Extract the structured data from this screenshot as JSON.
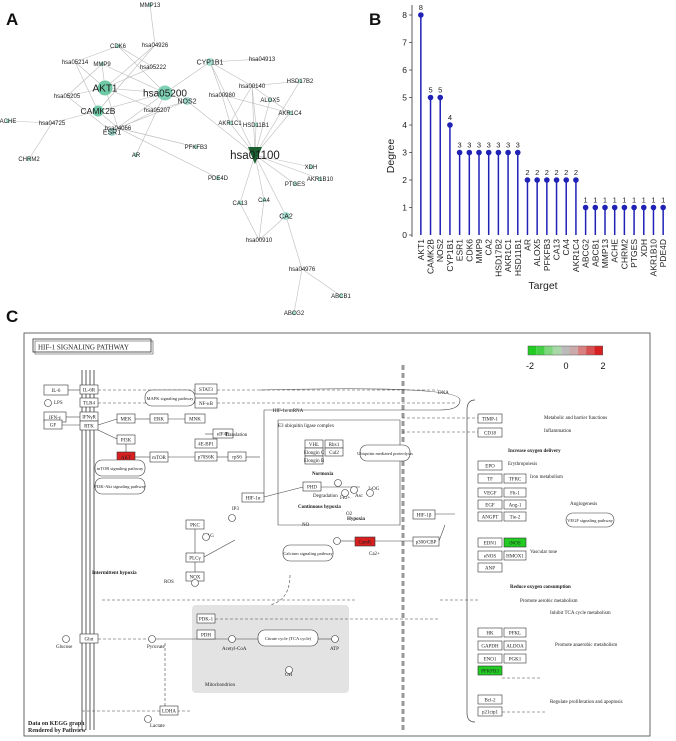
{
  "panels": {
    "a": "A",
    "b": "B",
    "c": "C"
  },
  "network": {
    "nodes": [
      {
        "id": "MMP13",
        "label": "MMP13",
        "kind": "target",
        "size": 1
      },
      {
        "id": "CDK6",
        "label": "CDK6",
        "kind": "target",
        "size": 1
      },
      {
        "id": "hsa04926",
        "label": "hsa04926",
        "kind": "pathway",
        "size": 1
      },
      {
        "id": "hsa05214",
        "label": "hsa05214",
        "kind": "pathway",
        "size": 1
      },
      {
        "id": "MMP9",
        "label": "MMP9",
        "kind": "target",
        "size": 1
      },
      {
        "id": "hsa05222",
        "label": "hsa05222",
        "kind": "pathway",
        "size": 1
      },
      {
        "id": "CYP1B1",
        "label": "CYP1B1",
        "kind": "target",
        "size": 2
      },
      {
        "id": "hsa04913",
        "label": "hsa04913",
        "kind": "pathway",
        "size": 1
      },
      {
        "id": "AKT1",
        "label": "AKT1",
        "kind": "target",
        "size": 4
      },
      {
        "id": "hsa05200",
        "label": "hsa05200",
        "kind": "pathway",
        "size": 4
      },
      {
        "id": "hsa00140",
        "label": "hsa00140",
        "kind": "pathway",
        "size": 1
      },
      {
        "id": "HSD17B2",
        "label": "HSD17B2",
        "kind": "target",
        "size": 1
      },
      {
        "id": "hsa05205",
        "label": "hsa05205",
        "kind": "pathway",
        "size": 1
      },
      {
        "id": "NOS2",
        "label": "NOS2",
        "kind": "target",
        "size": 2
      },
      {
        "id": "hsa00980",
        "label": "hsa00980",
        "kind": "pathway",
        "size": 1
      },
      {
        "id": "ALOX5",
        "label": "ALOX5",
        "kind": "target",
        "size": 1
      },
      {
        "id": "CAMK2B",
        "label": "CAMK2B",
        "kind": "target",
        "size": 3
      },
      {
        "id": "hsa05207",
        "label": "hsa05207",
        "kind": "pathway",
        "size": 1
      },
      {
        "id": "AKR1C4",
        "label": "AKR1C4",
        "kind": "target",
        "size": 1
      },
      {
        "id": "AKR1C1",
        "label": "AKR1C1",
        "kind": "target",
        "size": 1
      },
      {
        "id": "ACHE",
        "label": "ACHE",
        "kind": "target",
        "size": 1
      },
      {
        "id": "hsa04725",
        "label": "hsa04725",
        "kind": "pathway",
        "size": 1
      },
      {
        "id": "ESR1",
        "label": "ESR1",
        "kind": "target",
        "size": 2
      },
      {
        "id": "hsa04066",
        "label": "hsa04066",
        "kind": "pathway",
        "size": 1
      },
      {
        "id": "HSD11B1",
        "label": "HSD11B1",
        "kind": "target",
        "size": 1
      },
      {
        "id": "CHRM2",
        "label": "CHRM2",
        "kind": "target",
        "size": 1
      },
      {
        "id": "AR",
        "label": "AR",
        "kind": "target",
        "size": 1
      },
      {
        "id": "PFKFB3",
        "label": "PFKFB3",
        "kind": "target",
        "size": 1
      },
      {
        "id": "hsa01100",
        "label": "hsa01100",
        "kind": "hub",
        "size": 5
      },
      {
        "id": "XDH",
        "label": "XDH",
        "kind": "target",
        "size": 1
      },
      {
        "id": "AKR1B10",
        "label": "AKR1B10",
        "kind": "target",
        "size": 1
      },
      {
        "id": "PDE4D",
        "label": "PDE4D",
        "kind": "target",
        "size": 1
      },
      {
        "id": "PTGES",
        "label": "PTGES",
        "kind": "target",
        "size": 1
      },
      {
        "id": "CA13",
        "label": "CA13",
        "kind": "target",
        "size": 1
      },
      {
        "id": "CA4",
        "label": "CA4",
        "kind": "target",
        "size": 1
      },
      {
        "id": "CA2",
        "label": "CA2",
        "kind": "target",
        "size": 2
      },
      {
        "id": "hsa00910",
        "label": "hsa00910",
        "kind": "pathway",
        "size": 1
      },
      {
        "id": "hsa04976",
        "label": "hsa04976",
        "kind": "pathway",
        "size": 1
      },
      {
        "id": "ABCB1",
        "label": "ABCB1",
        "kind": "target",
        "size": 1
      },
      {
        "id": "ABCG2",
        "label": "ABCG2",
        "kind": "target",
        "size": 1
      }
    ],
    "edges": [
      [
        "AKT1",
        "hsa05200"
      ],
      [
        "AKT1",
        "hsa05214"
      ],
      [
        "AKT1",
        "hsa05205"
      ],
      [
        "AKT1",
        "hsa05222"
      ],
      [
        "AKT1",
        "hsa04926"
      ],
      [
        "AKT1",
        "hsa04066"
      ],
      [
        "AKT1",
        "hsa05207"
      ],
      [
        "AKT1",
        "MMP9"
      ],
      [
        "CDK6",
        "hsa05200"
      ],
      [
        "CDK6",
        "hsa05214"
      ],
      [
        "CDK6",
        "hsa05222"
      ],
      [
        "MMP9",
        "hsa05200"
      ],
      [
        "MMP9",
        "hsa05205"
      ],
      [
        "MMP13",
        "hsa04926"
      ],
      [
        "CAMK2B",
        "hsa05214"
      ],
      [
        "CAMK2B",
        "hsa04725"
      ],
      [
        "CAMK2B",
        "hsa04926"
      ],
      [
        "CAMK2B",
        "hsa05200"
      ],
      [
        "CAMK2B",
        "hsa04066"
      ],
      [
        "ESR1",
        "hsa05200"
      ],
      [
        "ESR1",
        "hsa05205"
      ],
      [
        "ESR1",
        "hsa05207"
      ],
      [
        "NOS2",
        "hsa05200"
      ],
      [
        "NOS2",
        "hsa04066"
      ],
      [
        "NOS2",
        "hsa05207"
      ],
      [
        "NOS2",
        "hsa01100"
      ],
      [
        "CYP1B1",
        "hsa05200"
      ],
      [
        "CYP1B1",
        "hsa04913"
      ],
      [
        "CYP1B1",
        "hsa00140"
      ],
      [
        "CYP1B1",
        "hsa00980"
      ],
      [
        "CYP1B1",
        "hsa01100"
      ],
      [
        "hsa00140",
        "HSD17B2"
      ],
      [
        "hsa00140",
        "AKR1C1"
      ],
      [
        "hsa00140",
        "HSD11B1"
      ],
      [
        "hsa00140",
        "AKR1C4"
      ],
      [
        "hsa00980",
        "AKR1C1"
      ],
      [
        "hsa00980",
        "AKR1C4"
      ],
      [
        "HSD17B2",
        "hsa01100"
      ],
      [
        "ALOX5",
        "hsa01100"
      ],
      [
        "AKR1C4",
        "hsa01100"
      ],
      [
        "AKR1C1",
        "hsa01100"
      ],
      [
        "HSD11B1",
        "hsa01100"
      ],
      [
        "XDH",
        "hsa01100"
      ],
      [
        "AKR1B10",
        "hsa01100"
      ],
      [
        "PDE4D",
        "hsa04066"
      ],
      [
        "PTGES",
        "hsa01100"
      ],
      [
        "CA13",
        "hsa01100"
      ],
      [
        "CA4",
        "hsa01100"
      ],
      [
        "CA2",
        "hsa01100"
      ],
      [
        "PFKFB3",
        "hsa04066"
      ],
      [
        "ACHE",
        "hsa04725"
      ],
      [
        "CHRM2",
        "hsa04725"
      ],
      [
        "AR",
        "hsa05200"
      ],
      [
        "hsa04066",
        "PFKFB3"
      ],
      [
        "CA13",
        "hsa00910"
      ],
      [
        "CA4",
        "hsa00910"
      ],
      [
        "CA2",
        "hsa00910"
      ],
      [
        "CA2",
        "hsa04976"
      ],
      [
        "hsa04976",
        "ABCB1"
      ],
      [
        "hsa04976",
        "ABCG2"
      ],
      [
        "hsa00140",
        "hsa01100"
      ]
    ]
  },
  "chart_data": {
    "type": "bar",
    "style": "lollipop",
    "categories": [
      "AKT1",
      "CAMK2B",
      "NOS2",
      "CYP1B1",
      "ESR1",
      "CDK6",
      "MMP9",
      "CA2",
      "HSD17B2",
      "AKR1C1",
      "HSD11B1",
      "AR",
      "ALOX5",
      "PFKFB3",
      "CA13",
      "CA4",
      "AKR1C4",
      "ABCG2",
      "ABCB1",
      "MMP13",
      "ACHE",
      "CHRM2",
      "PTGES",
      "XDH",
      "AKR1B10",
      "PDE4D"
    ],
    "values": [
      8,
      5,
      5,
      4,
      3,
      3,
      3,
      3,
      3,
      3,
      3,
      2,
      2,
      2,
      2,
      2,
      2,
      1,
      1,
      1,
      1,
      1,
      1,
      1,
      1,
      1
    ],
    "xlabel": "Target",
    "ylabel": "Degree",
    "ylim": [
      0,
      8
    ],
    "yticks": [
      "0",
      "1",
      "2",
      "3",
      "4",
      "5",
      "6",
      "7",
      "8"
    ],
    "color": "#1f22b5"
  },
  "kegg": {
    "title": "HIF-1 SIGNALING PATHWAY",
    "legend_ticks": [
      "-2",
      "0",
      "2"
    ],
    "footer": [
      "Data on KEGG graph",
      "Rendered by Pathview"
    ],
    "colors": {
      "up": "#d92020",
      "down": "#22cc22",
      "neutral": "#ffffff"
    },
    "boxes": [
      {
        "label": "IL-6",
        "state": "neutral"
      },
      {
        "label": "IL-6R",
        "state": "neutral"
      },
      {
        "label": "TLR4",
        "state": "neutral"
      },
      {
        "label": "IFN-γ",
        "state": "neutral"
      },
      {
        "label": "IFNγR",
        "state": "neutral"
      },
      {
        "label": "STAT3",
        "state": "neutral"
      },
      {
        "label": "NF-κB",
        "state": "neutral"
      },
      {
        "label": "GF",
        "state": "neutral"
      },
      {
        "label": "RTK",
        "state": "neutral"
      },
      {
        "label": "PI3K",
        "state": "neutral"
      },
      {
        "label": "AKT",
        "state": "up"
      },
      {
        "label": "mTOR",
        "state": "neutral"
      },
      {
        "label": "MEK",
        "state": "neutral"
      },
      {
        "label": "ERK",
        "state": "neutral"
      },
      {
        "label": "MNK",
        "state": "neutral"
      },
      {
        "label": "eIF4E",
        "state": "neutral"
      },
      {
        "label": "4E-BP1",
        "state": "neutral"
      },
      {
        "label": "p70S6K",
        "state": "neutral"
      },
      {
        "label": "rpS6",
        "state": "neutral"
      },
      {
        "label": "HIF-1α",
        "state": "neutral"
      },
      {
        "label": "VHL",
        "state": "neutral"
      },
      {
        "label": "Rbx1",
        "state": "neutral"
      },
      {
        "label": "Elongin C",
        "state": "neutral"
      },
      {
        "label": "Cul2",
        "state": "neutral"
      },
      {
        "label": "Elongin B",
        "state": "neutral"
      },
      {
        "label": "PHD",
        "state": "neutral"
      },
      {
        "label": "PKC",
        "state": "neutral"
      },
      {
        "label": "PLCγ",
        "state": "neutral"
      },
      {
        "label": "NOX",
        "state": "neutral"
      },
      {
        "label": "CamK",
        "state": "up"
      },
      {
        "label": "HIF-1β",
        "state": "neutral"
      },
      {
        "label": "p300/CBP",
        "state": "neutral"
      },
      {
        "label": "Glut",
        "state": "neutral"
      },
      {
        "label": "PDK-1",
        "state": "neutral"
      },
      {
        "label": "PDH",
        "state": "neutral"
      },
      {
        "label": "LDHA",
        "state": "neutral"
      },
      {
        "label": "TIMP-1",
        "state": "neutral"
      },
      {
        "label": "CD18",
        "state": "neutral"
      },
      {
        "label": "EPO",
        "state": "neutral"
      },
      {
        "label": "TF",
        "state": "neutral"
      },
      {
        "label": "TFRC",
        "state": "neutral"
      },
      {
        "label": "VEGF",
        "state": "neutral"
      },
      {
        "label": "Flt-1",
        "state": "neutral"
      },
      {
        "label": "EGF",
        "state": "neutral"
      },
      {
        "label": "Ang-1",
        "state": "neutral"
      },
      {
        "label": "ANGPT",
        "state": "neutral"
      },
      {
        "label": "Tie-2",
        "state": "neutral"
      },
      {
        "label": "EDN1",
        "state": "neutral"
      },
      {
        "label": "iNOS",
        "state": "down"
      },
      {
        "label": "eNOS",
        "state": "neutral"
      },
      {
        "label": "HMOX1",
        "state": "neutral"
      },
      {
        "label": "ANP",
        "state": "neutral"
      },
      {
        "label": "HK",
        "state": "neutral"
      },
      {
        "label": "PFKL",
        "state": "neutral"
      },
      {
        "label": "GAPDH",
        "state": "neutral"
      },
      {
        "label": "ALDOA",
        "state": "neutral"
      },
      {
        "label": "ENO1",
        "state": "neutral"
      },
      {
        "label": "PGK1",
        "state": "neutral"
      },
      {
        "label": "PFKFB3",
        "state": "down"
      },
      {
        "label": "Bcl-2",
        "state": "neutral"
      },
      {
        "label": "p21cip1",
        "state": "neutral"
      }
    ],
    "rounded": [
      "MAPK signaling pathway",
      "mTOR signaling pathway",
      "PI3K-Akt signaling pathway",
      "Calcium signaling pathway",
      "Ubiquitin mediated proteolysis",
      "VEGF signaling pathway",
      "Citrate cycle (TCA cycle)"
    ],
    "texts": [
      "Translation",
      "HIF-1α mRNA",
      "E3 ubiquitin ligase complex",
      "Normoxia",
      "Degradation",
      "Continuous hypoxia",
      "Hypoxia",
      "Intermittent hypoxia",
      "Mitochondrion",
      "DNA",
      "Metabolic and barrier functions",
      "Inflammation",
      "Increase oxygen delivery",
      "Erythropoiesis",
      "Iron metabolism",
      "Angiogenesis",
      "Vascular tone",
      "Reduce oxygen consumption",
      "Promote aerobic metabolism",
      "Inhibit TCA cycle metabolism",
      "Promote anaerobic metabolism",
      "Regulate proliferation and apoptosis",
      "LPS",
      "DAG",
      "IP3",
      "NO",
      "O2",
      "2-OG",
      "Fe2+",
      "Ca2+",
      "Asc",
      "ROS",
      "Glucose",
      "Pyruvate",
      "Acetyl-CoA",
      "ATP",
      "Lactate",
      "OH"
    ]
  }
}
